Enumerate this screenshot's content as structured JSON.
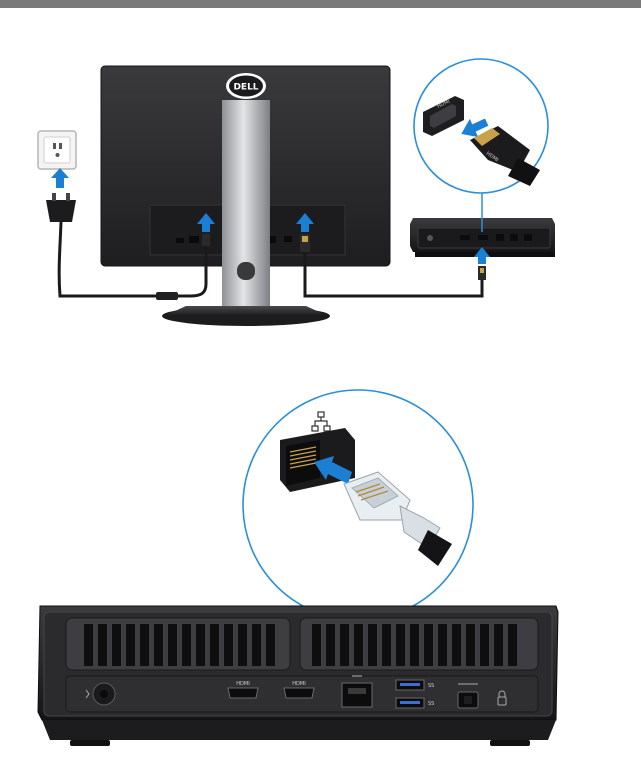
{
  "figure_1": {
    "monitor_logo": "DELL",
    "hdmi_plug_label": "HDMI",
    "callout_port_label": "HDMI"
  },
  "figure_2": {
    "port_labels": {
      "hdmi_1": "HDMI",
      "hdmi_2": "HDMI",
      "usb_1": "SS",
      "usb_2": "SS"
    }
  },
  "colors": {
    "arrow": "#1b7fd4",
    "callout_ring": "#2a8fd8",
    "monitor_body": "#2a2a2c",
    "stand_silver": "#b9bcc0",
    "pc_body": "#232325",
    "vent_slat": "#0e0e0f"
  }
}
